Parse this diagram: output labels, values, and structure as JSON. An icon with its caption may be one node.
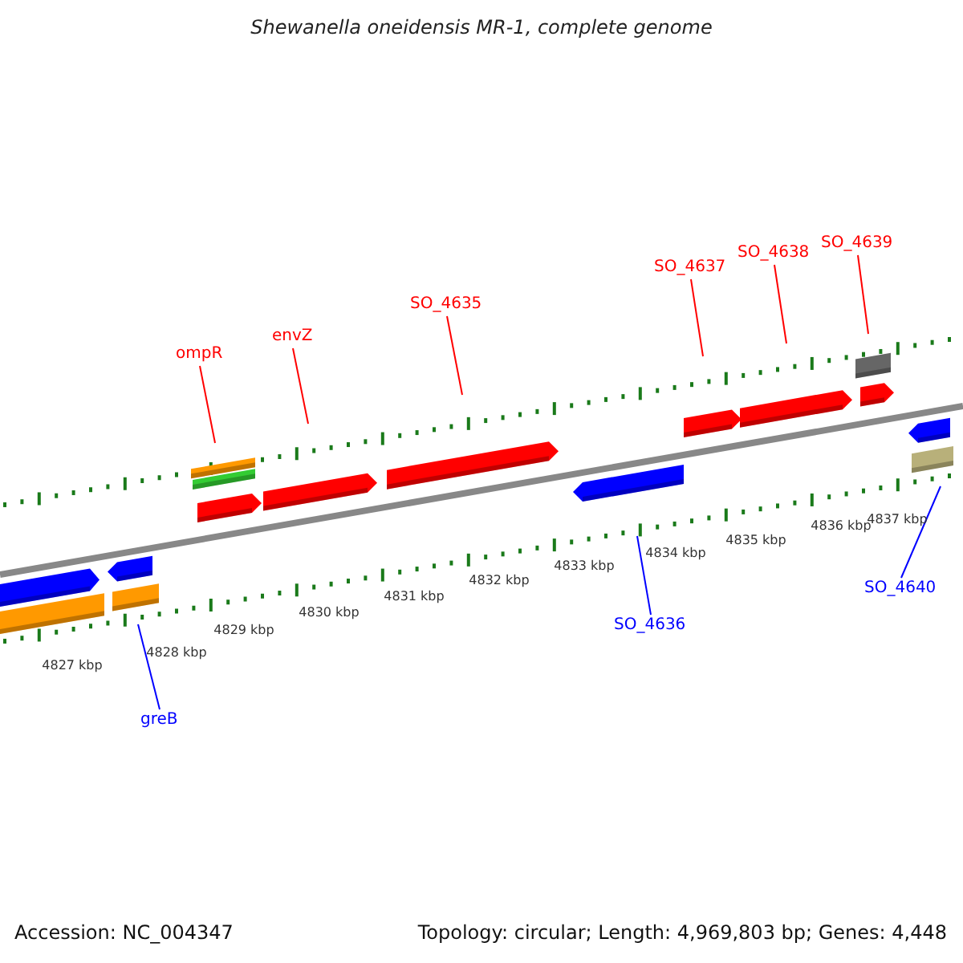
{
  "diagram": {
    "title": "Shewanella oneidensis MR-1, complete genome",
    "nodes": [
      {
        "text": [
          "SO_4639"
        ]
      },
      {
        "text": [
          "SO_4638"
        ]
      },
      {
        "text": [
          "SO_4637"
        ]
      },
      {
        "text": [
          "SO_4635"
        ]
      },
      {
        "text": [
          "envZ"
        ]
      },
      {
        "text": [
          "ompR"
        ]
      },
      {
        "text": [
          "SO_4640"
        ]
      },
      {
        "text": [
          "SO_4636"
        ]
      },
      {
        "text": [
          "greB"
        ]
      }
    ],
    "edges": [
      {
        "from": 0,
        "to": null,
        "arrow": "none"
      },
      {
        "from": 1,
        "to": null,
        "arrow": "none"
      },
      {
        "from": 2,
        "to": null,
        "arrow": "none"
      },
      {
        "from": 3,
        "to": null,
        "arrow": "none"
      },
      {
        "from": 4,
        "to": null,
        "arrow": "none"
      },
      {
        "from": 5,
        "to": null,
        "arrow": "none"
      },
      {
        "from": 6,
        "to": null,
        "arrow": "none",
        "color": "#0000ff"
      },
      {
        "from": 7,
        "to": null,
        "arrow": "none",
        "color": "#0000ff"
      },
      {
        "from": 8,
        "to": null,
        "arrow": "none",
        "color": "#0000ff"
      }
    ],
    "labels": [
      "4827 kbp",
      "4828 kbp",
      "4829 kbp",
      "4830 kbp",
      "4831 kbp",
      "4832 kbp",
      "4833 kbp",
      "4834 kbp",
      "4835 kbp",
      "4836 kbp",
      "4837 kbp",
      "Accession: NC_004347",
      "Topology: circular; Length: 4,969,803 bp; Genes: 4,448"
    ]
  }
}
